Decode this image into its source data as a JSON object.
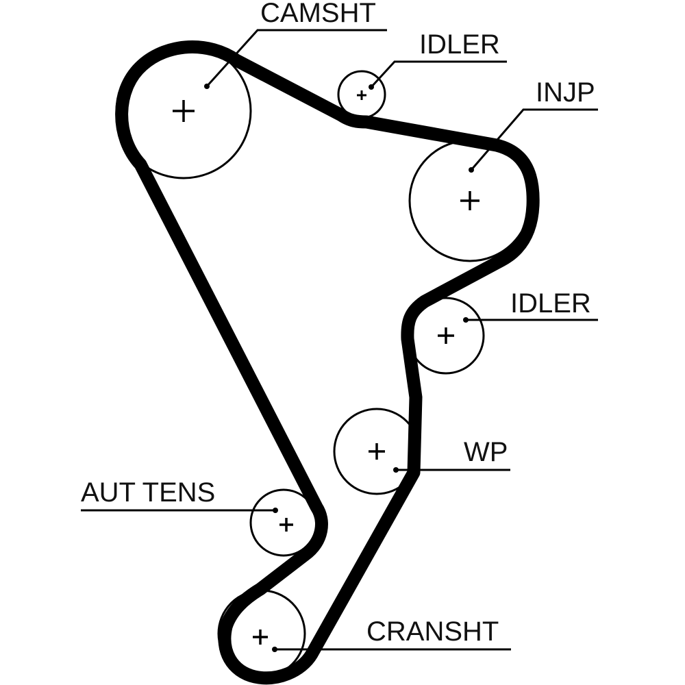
{
  "diagram": {
    "type": "timing-belt-routing",
    "colors": {
      "belt": "#000000",
      "background": "#ffffff",
      "text": "#111111"
    },
    "components": [
      {
        "id": "camshaft",
        "label": "CAMSHT"
      },
      {
        "id": "idler_top",
        "label": "IDLER"
      },
      {
        "id": "injection_pump",
        "label": "INJP"
      },
      {
        "id": "idler_mid",
        "label": "IDLER"
      },
      {
        "id": "water_pump",
        "label": "WP"
      },
      {
        "id": "auto_tensioner",
        "label": "AUT TENS"
      },
      {
        "id": "crankshaft",
        "label": "CRANSHT"
      }
    ]
  }
}
